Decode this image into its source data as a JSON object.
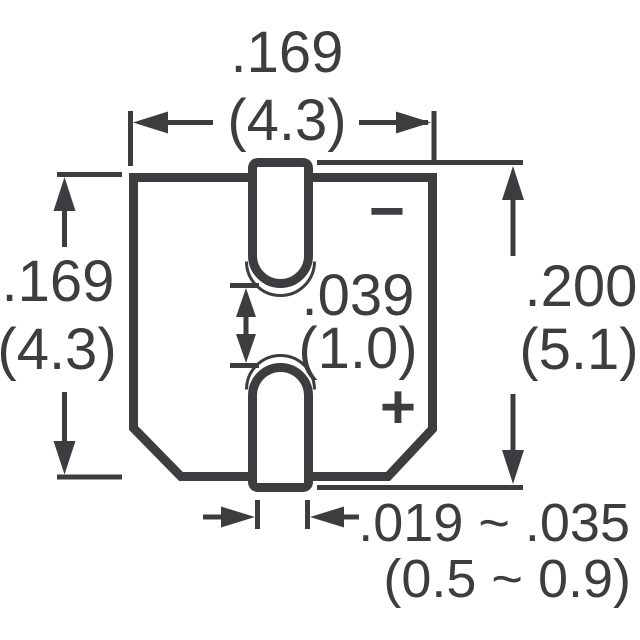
{
  "colors": {
    "line": "#3d3d3f",
    "background": "#ffffff"
  },
  "dimensions": {
    "body_width": {
      "inches": ".169",
      "mm": "(4.3)"
    },
    "body_height": {
      "inches": ".169",
      "mm": "(4.3)"
    },
    "overall_height": {
      "inches": ".200",
      "mm": "(5.1)"
    },
    "terminal_gap": {
      "inches": ".039",
      "mm": "(1.0)"
    },
    "terminal_width": {
      "inches": ".019 ~ .035",
      "mm": "(0.5 ~ 0.9)"
    }
  },
  "polarity": {
    "negative": "−",
    "positive": "+"
  }
}
